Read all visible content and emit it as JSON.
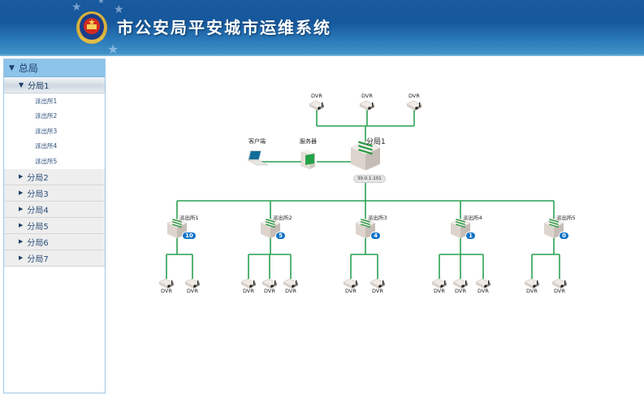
{
  "header": {
    "title": "市公安局平安城市运维系统",
    "emblem_icon": "police-emblem-icon"
  },
  "sidebar": {
    "root": {
      "label": "总局",
      "expanded": true
    },
    "branches": [
      {
        "label": "分局1",
        "expanded": true,
        "stations": [
          "派出所1",
          "派出所2",
          "派出所3",
          "派出所4",
          "派出所5"
        ]
      },
      {
        "label": "分局2",
        "expanded": false
      },
      {
        "label": "分局3",
        "expanded": false
      },
      {
        "label": "分局4",
        "expanded": false
      },
      {
        "label": "分局5",
        "expanded": false
      },
      {
        "label": "分局6",
        "expanded": false
      },
      {
        "label": "分局7",
        "expanded": false
      }
    ]
  },
  "topology": {
    "core": {
      "label": "分局1",
      "ip": "30.0.1.101"
    },
    "client": {
      "label": "客户端"
    },
    "server": {
      "label": "服务器"
    },
    "core_dvrs": [
      "DVR",
      "DVR",
      "DVR"
    ],
    "stations": [
      {
        "label": "派出所1",
        "count": "10",
        "dvrs": [
          "DVR",
          "DVR"
        ]
      },
      {
        "label": "派出所2",
        "count": "5",
        "dvrs": [
          "DVR",
          "DVR",
          "DVR"
        ]
      },
      {
        "label": "派出所3",
        "count": "4",
        "dvrs": [
          "DVR",
          "DVR"
        ]
      },
      {
        "label": "派出所4",
        "count": "1",
        "dvrs": [
          "DVR",
          "DVR",
          "DVR"
        ]
      },
      {
        "label": "派出所5",
        "count": "0",
        "dvrs": [
          "DVR",
          "DVR"
        ]
      }
    ],
    "colors": {
      "link": "#2aa152",
      "badge": "#1173c6"
    }
  }
}
